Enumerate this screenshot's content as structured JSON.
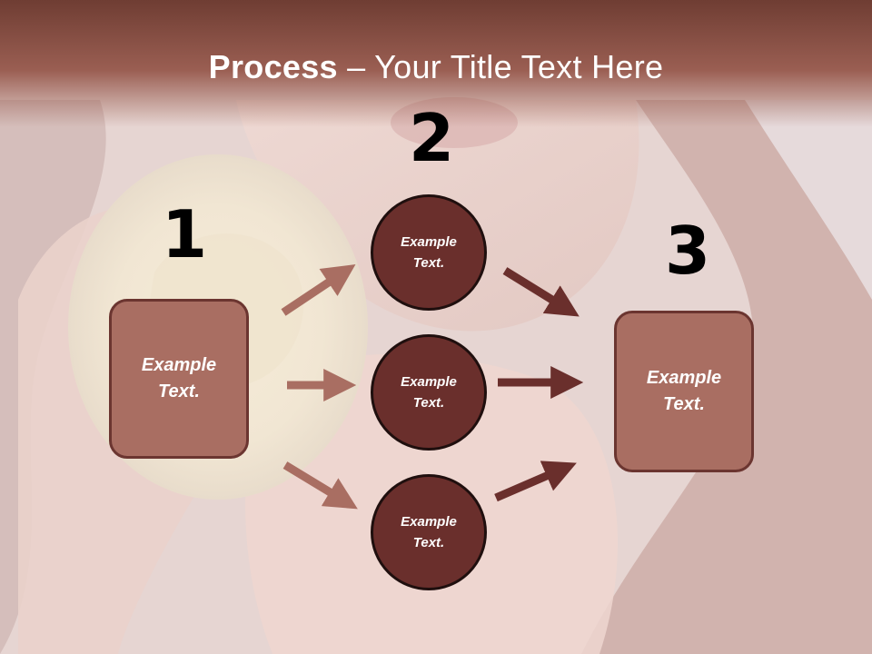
{
  "title": {
    "bold": "Process",
    "rest": " – Your Title Text Here"
  },
  "steps": [
    {
      "number": "1",
      "text_line1": "Example",
      "text_line2": "Text."
    },
    {
      "number": "2"
    },
    {
      "number": "3",
      "text_line1": "Example",
      "text_line2": "Text."
    }
  ],
  "circles": [
    {
      "line1": "Example",
      "line2": "Text."
    },
    {
      "line1": "Example",
      "line2": "Text."
    },
    {
      "line1": "Example",
      "line2": "Text."
    }
  ],
  "colors": {
    "title_bar": "#9a5e52",
    "box_fill": "#a96e62",
    "circle_fill": "#6a2f2c",
    "arrow_left": "#a96e62",
    "arrow_right": "#6a2f2c"
  },
  "background": {
    "image": "photo-woman-holding-white-rose"
  }
}
